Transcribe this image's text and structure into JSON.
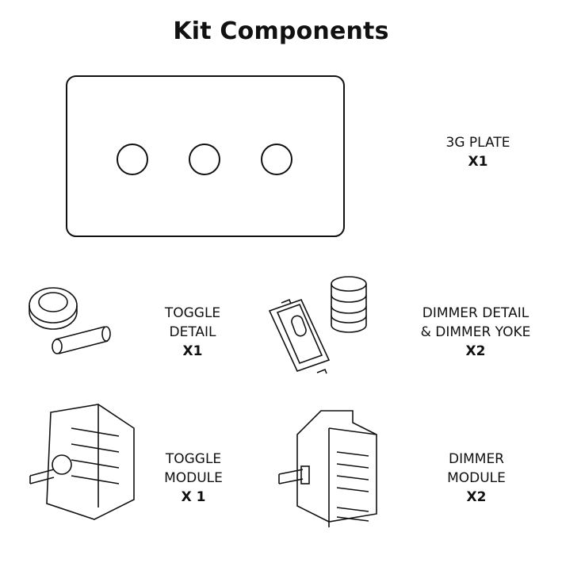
{
  "title": "Kit Components",
  "components": [
    {
      "name": "3G PLATE",
      "lines": [
        "3G PLATE"
      ],
      "qty": "X1"
    },
    {
      "name": "TOGGLE DETAIL",
      "lines": [
        "TOGGLE",
        "DETAIL"
      ],
      "qty": "X1"
    },
    {
      "name": "DIMMER DETAIL & DIMMER YOKE",
      "lines": [
        "DIMMER DETAIL",
        "& DIMMER YOKE"
      ],
      "qty": "X2"
    },
    {
      "name": "TOGGLE MODULE",
      "lines": [
        "TOGGLE",
        "MODULE"
      ],
      "qty": "X 1"
    },
    {
      "name": "DIMMER MODULE",
      "lines": [
        "DIMMER",
        "MODULE"
      ],
      "qty": "X2"
    }
  ]
}
